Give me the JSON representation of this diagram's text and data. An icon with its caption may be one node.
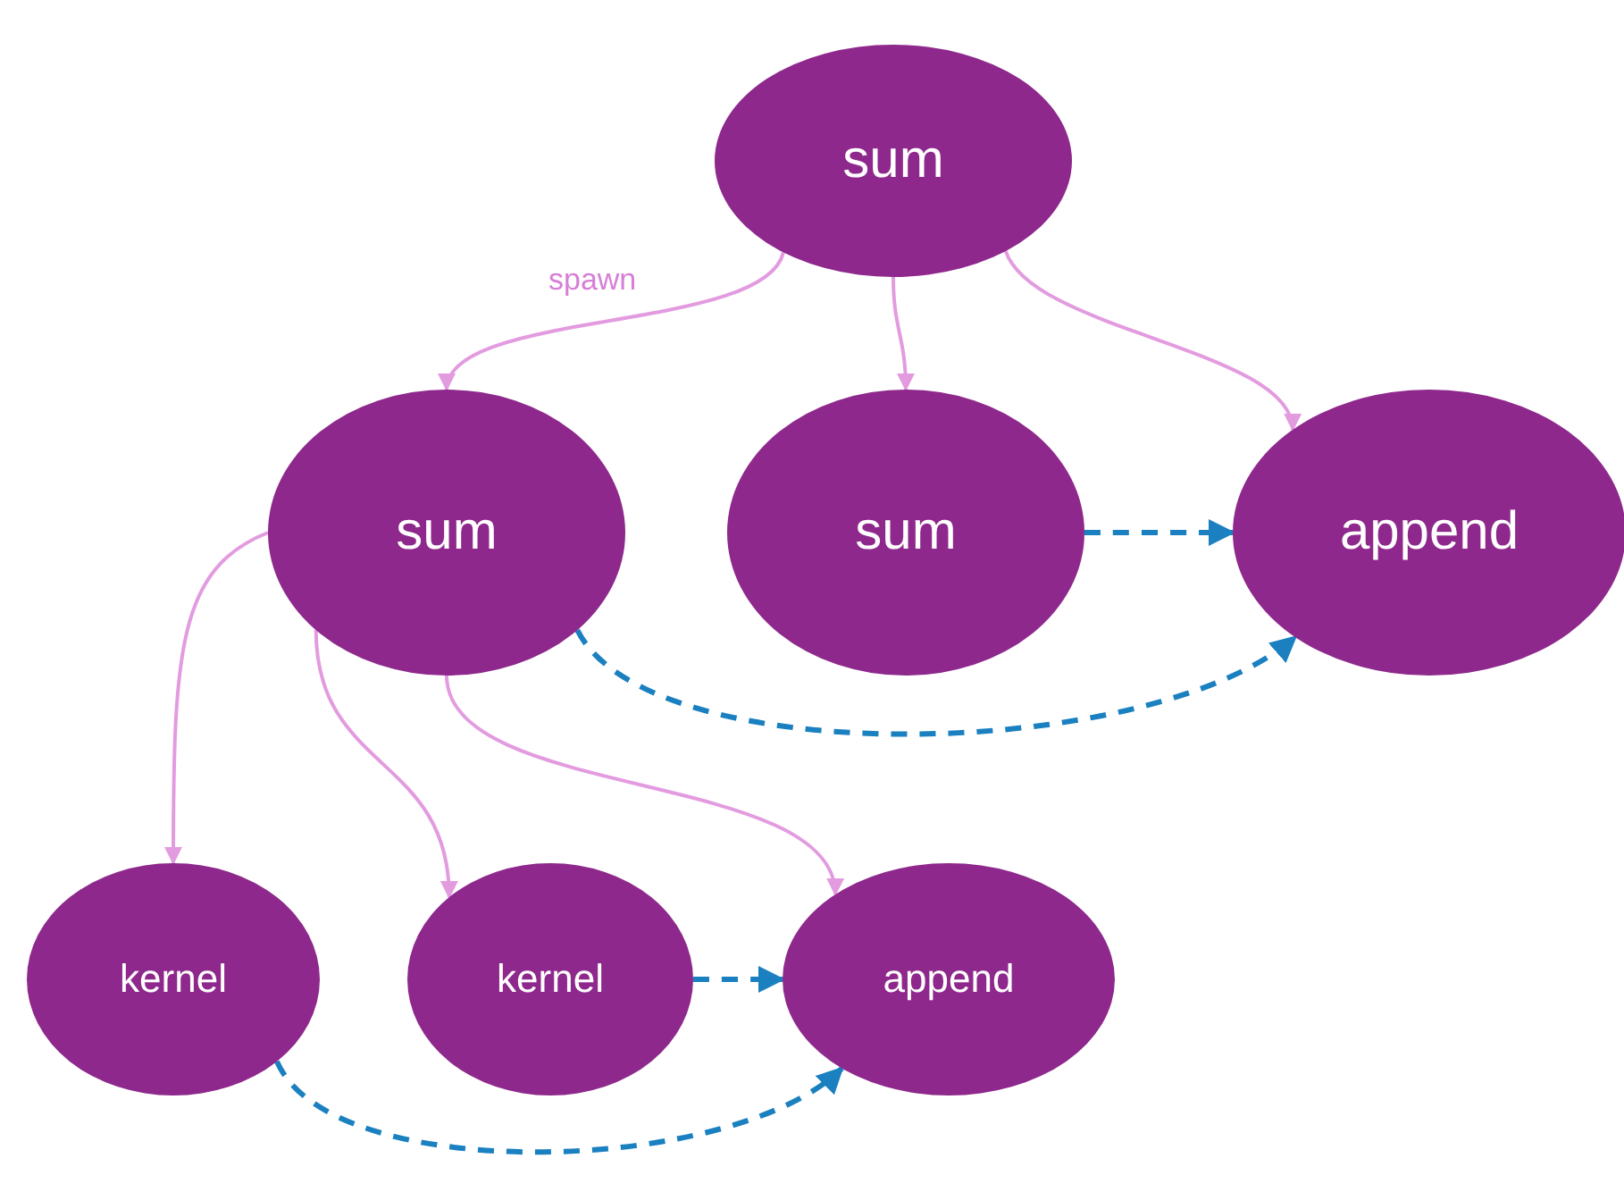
{
  "diagram": {
    "nodes": [
      {
        "text": [
          "sum"
        ]
      },
      {
        "text": [
          "sum"
        ]
      },
      {
        "text": [
          "sum"
        ]
      },
      {
        "text": [
          "append"
        ]
      },
      {
        "text": [
          "kernel"
        ]
      },
      {
        "text": [
          "kernel"
        ]
      },
      {
        "text": [
          "append"
        ]
      }
    ],
    "edges": [
      {
        "from": 0,
        "to": 1,
        "arrow": "to",
        "label": "spawn"
      },
      {
        "from": 0,
        "to": 2,
        "arrow": "to"
      },
      {
        "from": 0,
        "to": 3,
        "arrow": "to"
      },
      {
        "from": 1,
        "to": 4,
        "arrow": "to"
      },
      {
        "from": 1,
        "to": 5,
        "arrow": "to"
      },
      {
        "from": 1,
        "to": 6,
        "arrow": "to"
      },
      {
        "from": 2,
        "to": 3,
        "arrow": "to",
        "style": "dashed",
        "color": "#1a80c0"
      },
      {
        "from": 1,
        "to": 3,
        "arrow": "to",
        "style": "dashed",
        "color": "#1a80c0"
      },
      {
        "from": 5,
        "to": 6,
        "arrow": "to",
        "style": "dashed",
        "color": "#1a80c0"
      },
      {
        "from": 4,
        "to": 6,
        "arrow": "to",
        "style": "dashed",
        "color": "#1a80c0"
      }
    ]
  }
}
